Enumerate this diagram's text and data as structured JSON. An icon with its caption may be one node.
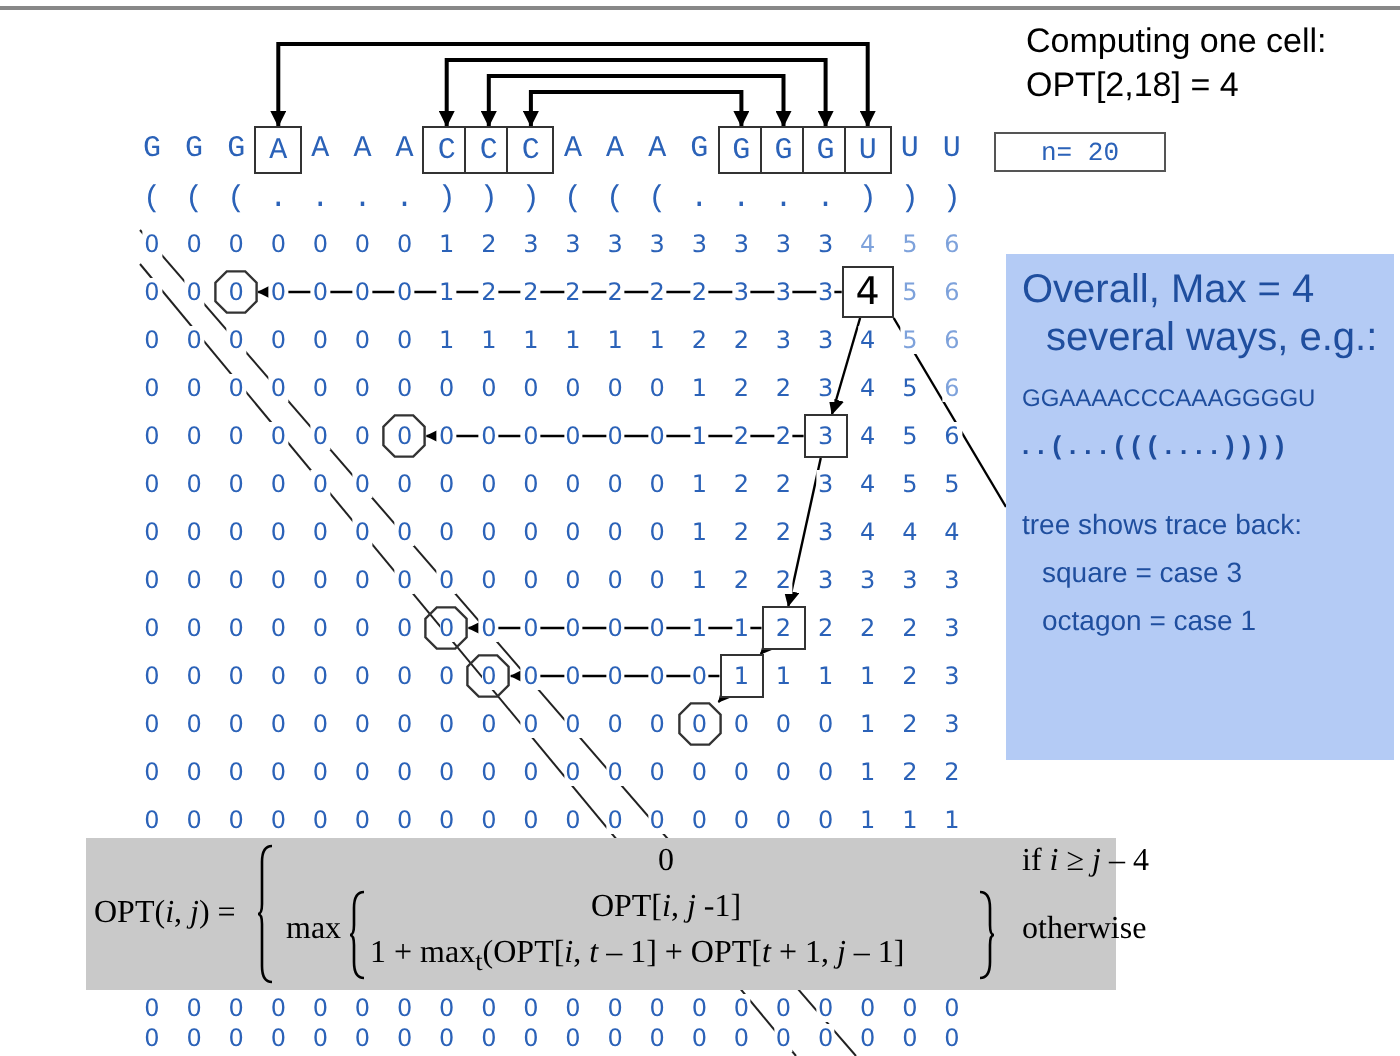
{
  "diagram": {
    "title": "Computing one cell: OPT[2,18] = 4",
    "nodes": [
      {
        "text": [
          "A"
        ]
      },
      {
        "text": [
          "C"
        ]
      },
      {
        "text": [
          "C"
        ]
      },
      {
        "text": [
          "C"
        ]
      },
      {
        "text": [
          "G"
        ]
      },
      {
        "text": [
          "G"
        ]
      },
      {
        "text": [
          "G"
        ]
      },
      {
        "text": [
          "U"
        ]
      },
      {
        "text": [
          "n= 20"
        ]
      },
      {
        "text": [
          "0"
        ]
      },
      {
        "text": [
          "4"
        ]
      },
      {
        "text": [
          "Overall, Max = 4",
          "several ways, e.g.:",
          "GGAAAACCCAAAGGGGU",
          "..(...(((....))))",
          "tree shows trace back:",
          "square = case 3",
          "octagon = case 1"
        ]
      },
      {
        "text": [
          "0"
        ]
      },
      {
        "text": [
          "3"
        ]
      },
      {
        "text": [
          "0"
        ]
      },
      {
        "text": [
          "2"
        ]
      },
      {
        "text": [
          "0"
        ]
      },
      {
        "text": [
          "1"
        ]
      },
      {
        "text": [
          "0"
        ]
      },
      {
        "text": [
          "OPT(*i*, *j*) =",
          "0",
          "if *i* ≥ *j* – 4",
          "max",
          "OPT[*i*, *j* -1]",
          "1 + max$_{t}$(OPT[*i*, *t* – 1] + OPT[*t* + 1, *j* – 1]",
          "otherwise"
        ]
      }
    ],
    "edges": [
      {
        "from": 0,
        "to": 7,
        "arrow": "both"
      },
      {
        "from": 1,
        "to": 6,
        "arrow": "both"
      },
      {
        "from": 2,
        "to": 5,
        "arrow": "both"
      },
      {
        "from": 3,
        "to": 4,
        "arrow": "both"
      },
      {
        "from": 10,
        "to": 9,
        "arrow": "to"
      },
      {
        "from": 10,
        "to": 13,
        "arrow": "to"
      },
      {
        "from": 13,
        "to": 12,
        "arrow": "to"
      },
      {
        "from": 13,
        "to": 15,
        "arrow": "to"
      },
      {
        "from": 15,
        "to": 14,
        "arrow": "to"
      },
      {
        "from": 15,
        "to": 17,
        "arrow": "to"
      },
      {
        "from": 17,
        "to": 16,
        "arrow": "to"
      },
      {
        "from": 17,
        "to": 18,
        "arrow": "to"
      },
      {
        "from": 11,
        "to": 10,
        "arrow": "none"
      }
    ],
    "labels": [
      "G",
      "G",
      "G",
      "A",
      "A",
      "A",
      "A",
      "A",
      "A",
      "G",
      "U",
      "U",
      "(",
      "(",
      "(",
      ".",
      ".",
      ".",
      ".",
      ")",
      ")",
      ")",
      "(",
      "(",
      "(",
      ".",
      ".",
      ".",
      ".",
      ")",
      ")",
      ")",
      "0",
      "0",
      "0",
      "0",
      "0",
      "0",
      "0",
      "1",
      "2",
      "3",
      "3",
      "3",
      "3",
      "3",
      "3",
      "3",
      "3",
      "4",
      "5",
      "6",
      "0",
      "0",
      "0",
      "0",
      "0",
      "0",
      "1",
      "2",
      "2",
      "2",
      "2",
      "2",
      "2",
      "3",
      "3",
      "3",
      "5",
      "6",
      "0",
      "0",
      "0",
      "0",
      "0",
      "0",
      "0",
      "1",
      "1",
      "1",
      "1",
      "1",
      "1",
      "2",
      "2",
      "3",
      "3",
      "4",
      "5",
      "6",
      "0",
      "0",
      "0",
      "0",
      "0",
      "0",
      "0",
      "0",
      "0",
      "0",
      "0",
      "0",
      "0",
      "1",
      "2",
      "2",
      "3",
      "4",
      "5",
      "6",
      "0",
      "0",
      "0",
      "0",
      "0",
      "0",
      "0",
      "0",
      "0",
      "0",
      "0",
      "0",
      "1",
      "2",
      "2",
      "4",
      "5",
      "6",
      "0",
      "0",
      "0",
      "0",
      "0",
      "0",
      "0",
      "0",
      "0",
      "0",
      "0",
      "0",
      "0",
      "1",
      "2",
      "2",
      "3",
      "4",
      "5",
      "5",
      "0",
      "0",
      "0",
      "0",
      "0",
      "0",
      "0",
      "0",
      "0",
      "0",
      "0",
      "0",
      "0",
      "1",
      "2",
      "2",
      "3",
      "4",
      "4",
      "4",
      "0",
      "0",
      "0",
      "0",
      "0",
      "0",
      "0",
      "0",
      "0",
      "0",
      "0",
      "0",
      "0",
      "1",
      "2",
      "2",
      "3",
      "3",
      "3",
      "3",
      "0",
      "0",
      "0",
      "0",
      "0",
      "0",
      "0",
      "0",
      "0",
      "0",
      "0",
      "0",
      "1",
      "1",
      "2",
      "2",
      "2",
      "3",
      "0",
      "0",
      "0",
      "0",
      "0",
      "0",
      "0",
      "0",
      "0",
      "0",
      "0",
      "0",
      "0",
      "1",
      "1",
      "1",
      "2",
      "3",
      "0",
      "0",
      "0",
      "0",
      "0",
      "0",
      "0",
      "0",
      "0",
      "0",
      "0",
      "0",
      "0",
      "0",
      "0",
      "0",
      "1",
      "2",
      "3",
      "0",
      "0",
      "0",
      "0",
      "0",
      "0",
      "0",
      "0",
      "0",
      "0",
      "0",
      "0",
      "0",
      "0",
      "0",
      "0",
      "0",
      "1",
      "2",
      "2",
      "0",
      "0",
      "0",
      "0",
      "0",
      "0",
      "0",
      "0",
      "0",
      "0",
      "0",
      "0",
      "0",
      "0",
      "0",
      "0",
      "0",
      "1",
      "1",
      "1",
      "0",
      "0",
      "0",
      "0",
      "0",
      "0",
      "0",
      "0",
      "0",
      "0",
      "0",
      "0",
      "0",
      "0",
      "0",
      "0",
      "0",
      "0",
      "0",
      "0",
      "0",
      "0",
      "0",
      "0",
      "0",
      "0",
      "0",
      "0",
      "0",
      "0",
      "0",
      "0",
      "0",
      "0",
      "0",
      "0",
      "0",
      "0",
      "0",
      "0"
    ]
  }
}
